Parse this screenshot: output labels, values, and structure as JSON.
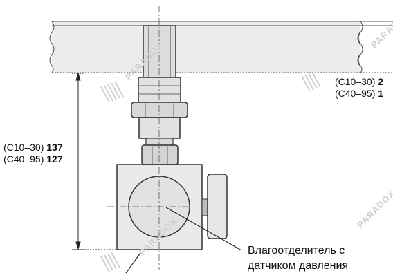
{
  "dimensions": {
    "left": [
      {
        "model": "(C10–30)",
        "value": "137"
      },
      {
        "model": "(C40–95)",
        "value": "127"
      }
    ],
    "right_partial": [
      {
        "model": "(C10–30)",
        "value": "2"
      },
      {
        "model": "(C40–95)",
        "value": "1"
      }
    ]
  },
  "callout": {
    "line1": "Влагоотделитель с",
    "line2": "датчиком давления"
  },
  "watermark": "PARADOX"
}
